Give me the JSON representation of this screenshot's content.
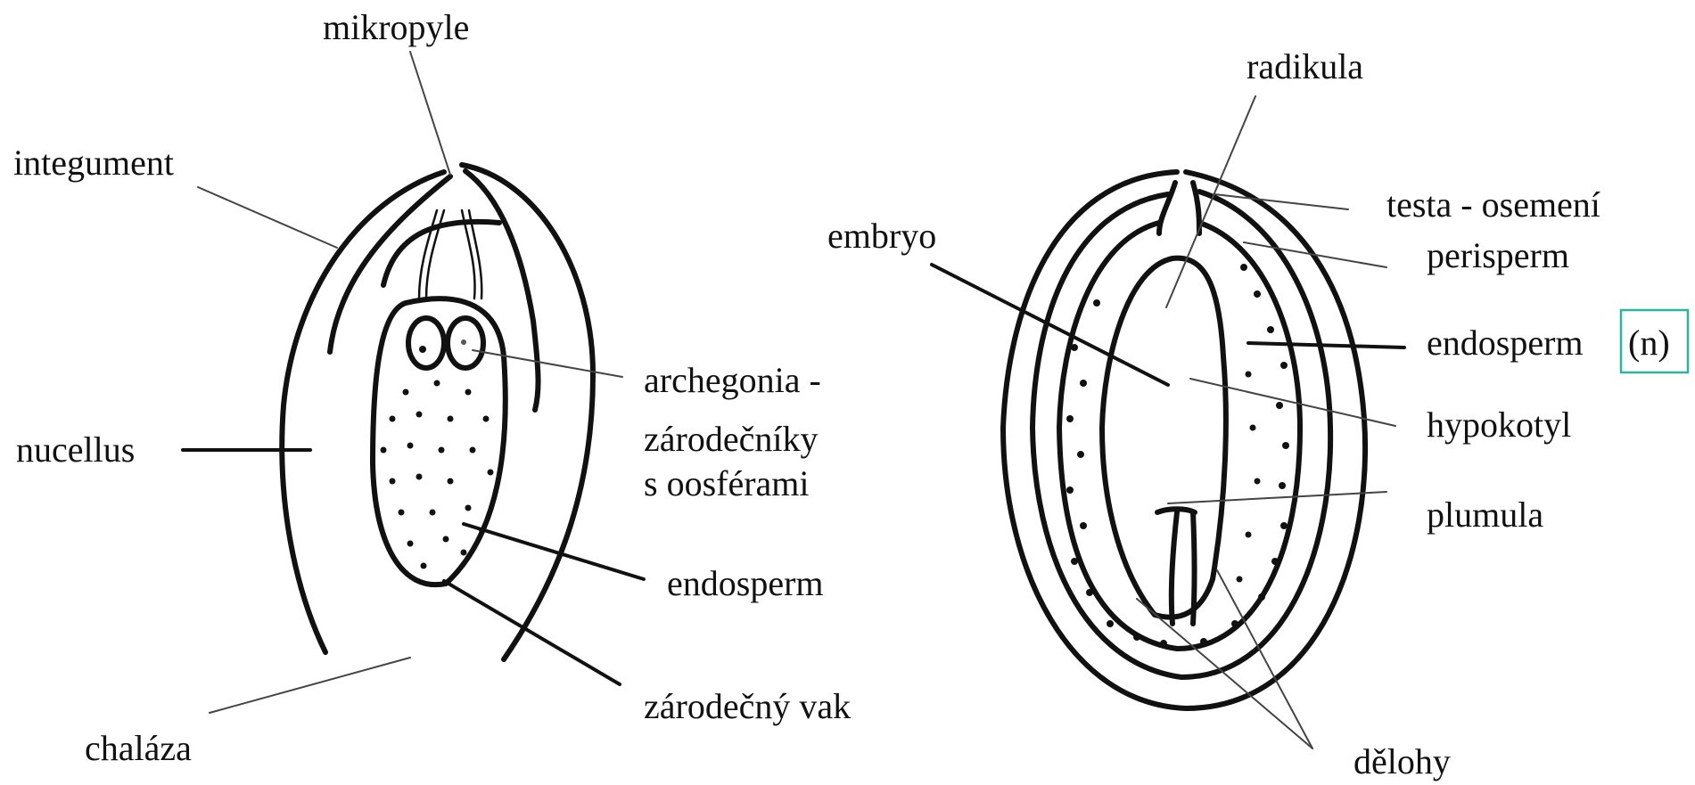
{
  "ovule": {
    "labels": {
      "mikropyle": "mikropyle",
      "integument": "integument",
      "nucellus": "nucellus",
      "chalaza": "chaláza",
      "archegonia_line1": "archegonia -",
      "archegonia_line2": "zárodečníky",
      "archegonia_line3": "s oosférami",
      "endosperm": "endosperm",
      "zarodecny_vak": "zárodečný vak"
    }
  },
  "seed": {
    "labels": {
      "radikula": "radikula",
      "embryo": "embryo",
      "testa": "testa - osemení",
      "perisperm": "perisperm",
      "endosperm": "endosperm",
      "ploidy": "(n)",
      "hypokotyl": "hypokotyl",
      "plumula": "plumula",
      "delohy": "dělohy"
    },
    "highlight_color": "#2bb5a0"
  }
}
